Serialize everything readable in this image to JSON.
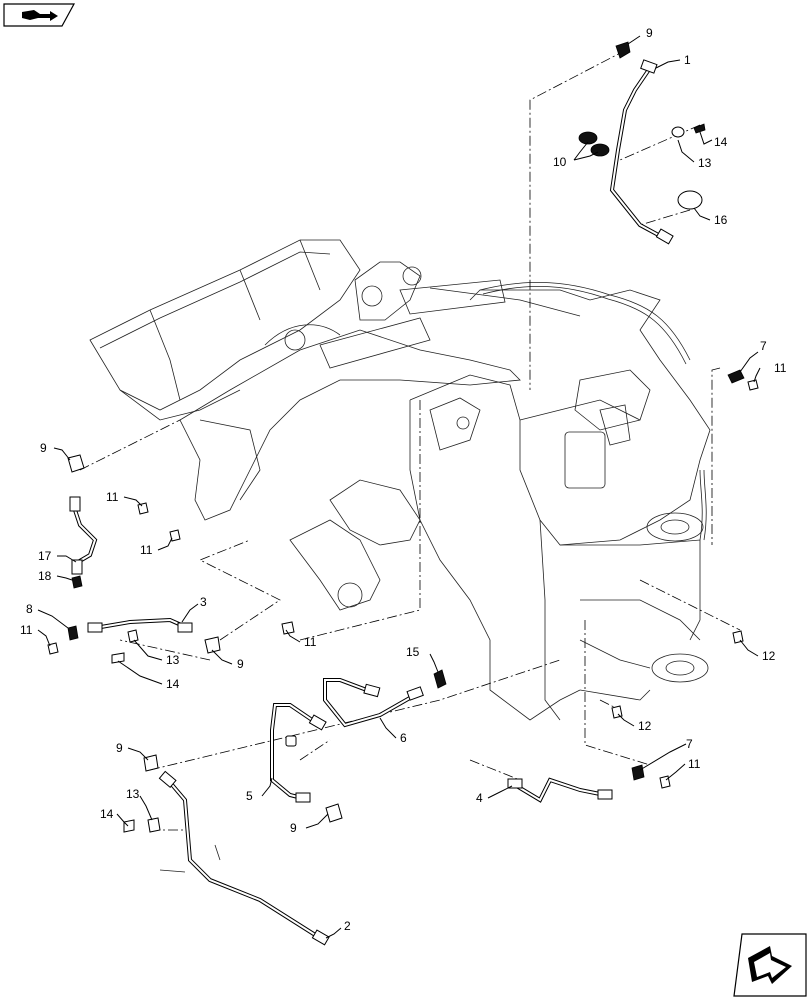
{
  "callouts": [
    {
      "id": "c9a",
      "text": "9"
    },
    {
      "id": "c1",
      "text": "1"
    },
    {
      "id": "c14a",
      "text": "14"
    },
    {
      "id": "c10",
      "text": "10"
    },
    {
      "id": "c13a",
      "text": "13"
    },
    {
      "id": "c16",
      "text": "16"
    },
    {
      "id": "c7a",
      "text": "7"
    },
    {
      "id": "c11a",
      "text": "11"
    },
    {
      "id": "c9b",
      "text": "9"
    },
    {
      "id": "c11b",
      "text": "11"
    },
    {
      "id": "c11c",
      "text": "11"
    },
    {
      "id": "c17",
      "text": "17"
    },
    {
      "id": "c18",
      "text": "18"
    },
    {
      "id": "c8",
      "text": "8"
    },
    {
      "id": "c3",
      "text": "3"
    },
    {
      "id": "c11d",
      "text": "11"
    },
    {
      "id": "c9c",
      "text": "9"
    },
    {
      "id": "c11e",
      "text": "11"
    },
    {
      "id": "c13b",
      "text": "13"
    },
    {
      "id": "c14b",
      "text": "14"
    },
    {
      "id": "c15",
      "text": "15"
    },
    {
      "id": "c12a",
      "text": "12"
    },
    {
      "id": "c12b",
      "text": "12"
    },
    {
      "id": "c6",
      "text": "6"
    },
    {
      "id": "c9d",
      "text": "9"
    },
    {
      "id": "c5",
      "text": "5"
    },
    {
      "id": "c9e",
      "text": "9"
    },
    {
      "id": "c13c",
      "text": "13"
    },
    {
      "id": "c14c",
      "text": "14"
    },
    {
      "id": "c4",
      "text": "4"
    },
    {
      "id": "c7b",
      "text": "7"
    },
    {
      "id": "c11f",
      "text": "11"
    },
    {
      "id": "c2",
      "text": "2"
    }
  ],
  "icons": {
    "top_left": "book-arrow-icon",
    "bottom_right": "next-page-arrow-icon"
  }
}
